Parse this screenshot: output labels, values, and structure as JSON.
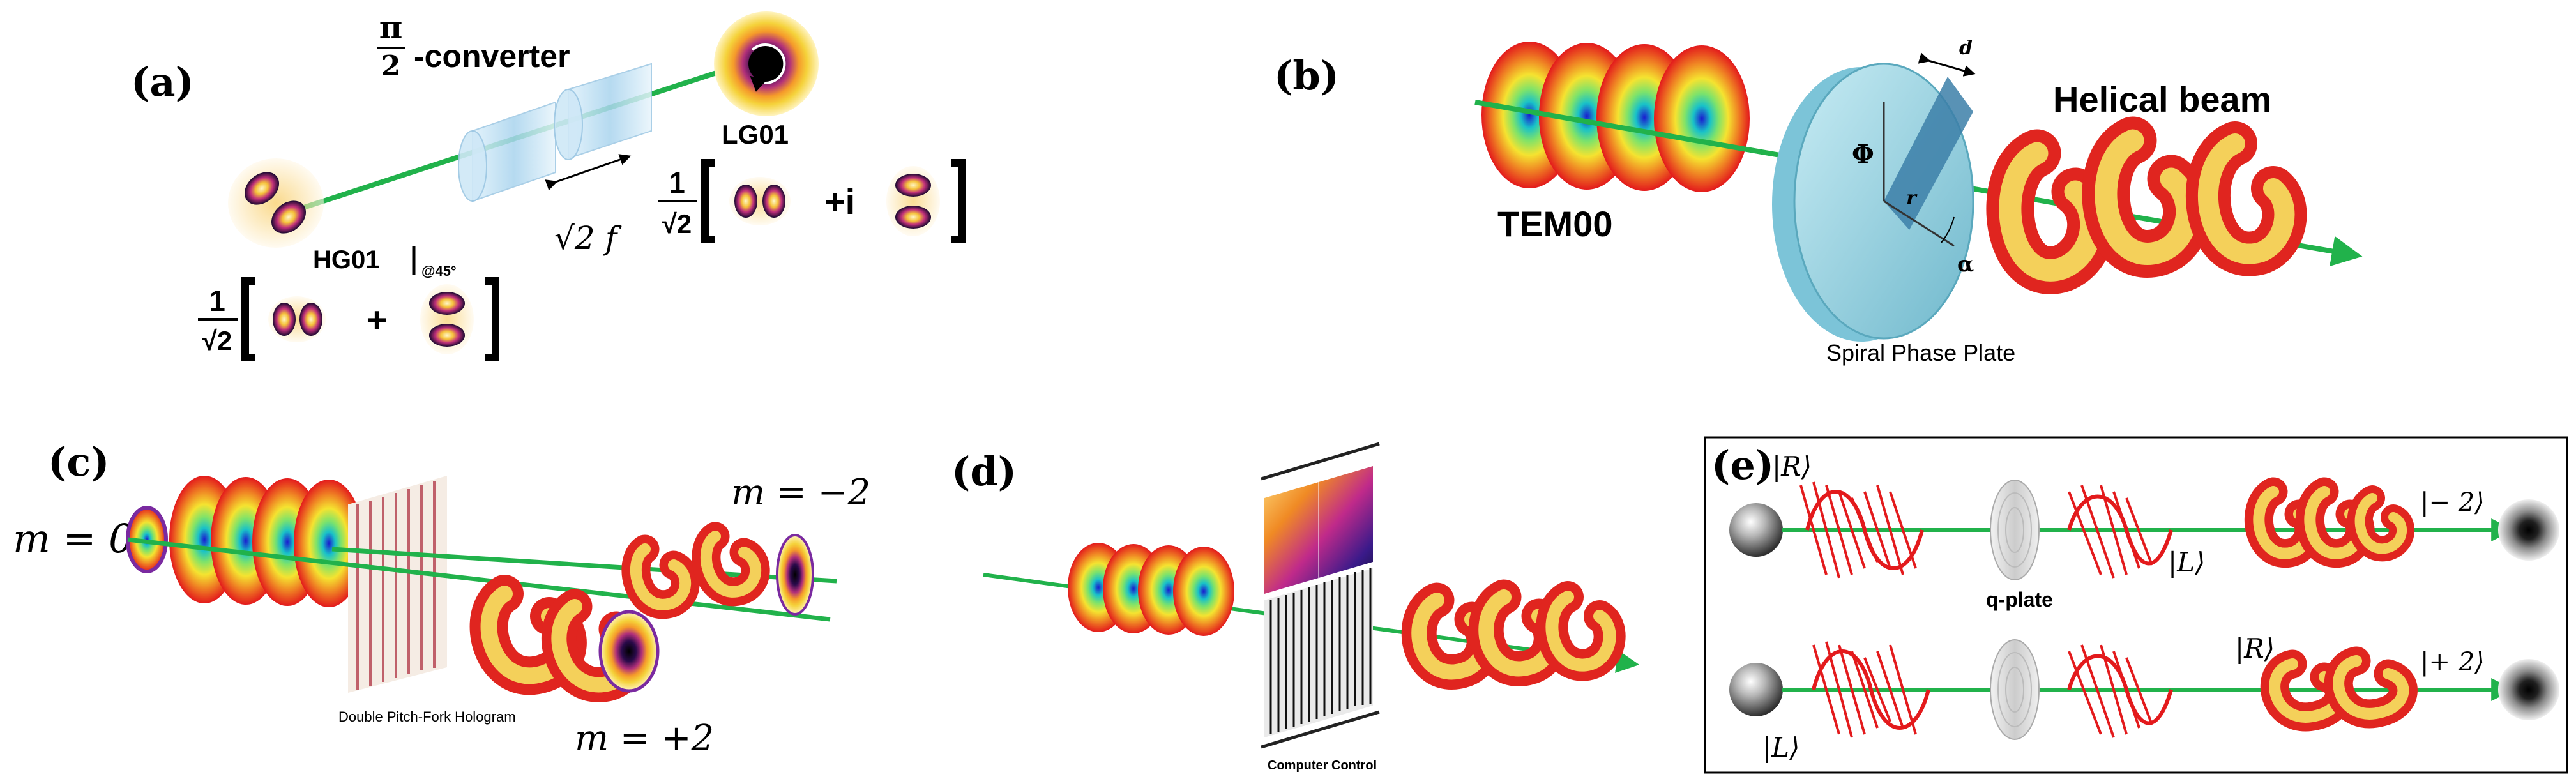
{
  "panels": {
    "a": {
      "label": "(a)",
      "pi_numerator": "π",
      "pi_denominator": "2",
      "converter_text": "-converter",
      "lg_label": "LG01",
      "hg_label": "HG01",
      "hg_subscript": "@45°",
      "sqrt2f": "√2 f",
      "frac_one": "1",
      "frac_sqrt2": "√2",
      "plus_i": "+i",
      "plus": "+"
    },
    "b": {
      "label": "(b)",
      "tem_label": "TEM00",
      "helical_label": "Helical beam",
      "plate_caption": "Spiral Phase Plate",
      "d_label": "d",
      "phi_label": "Φ",
      "r_label": "r",
      "alpha_label": "α"
    },
    "c": {
      "label": "(c)",
      "m0": "m = 0",
      "m_minus2": "m = −2",
      "m_plus2": "m = +2",
      "hologram_caption": "Double Pitch-Fork Hologram"
    },
    "d": {
      "label": "(d)",
      "control_caption": "Computer Control"
    },
    "e": {
      "label": "(e)",
      "ket_R_top": "|R⟩",
      "ket_L_mid": "|L⟩",
      "ket_minus2": "|− 2⟩",
      "qplate_label": "q-plate",
      "ket_R_bottom": "|R⟩",
      "ket_L_bottom": "|L⟩",
      "ket_plus2": "|+ 2⟩"
    }
  },
  "colors": {
    "beam": "#21b24b",
    "ring_red": "#e31a1c",
    "ring_core": "#19c2c8",
    "helix_outer": "#e0251f",
    "helix_inner": "#f4d05a",
    "plate": "#8fd0e0"
  }
}
